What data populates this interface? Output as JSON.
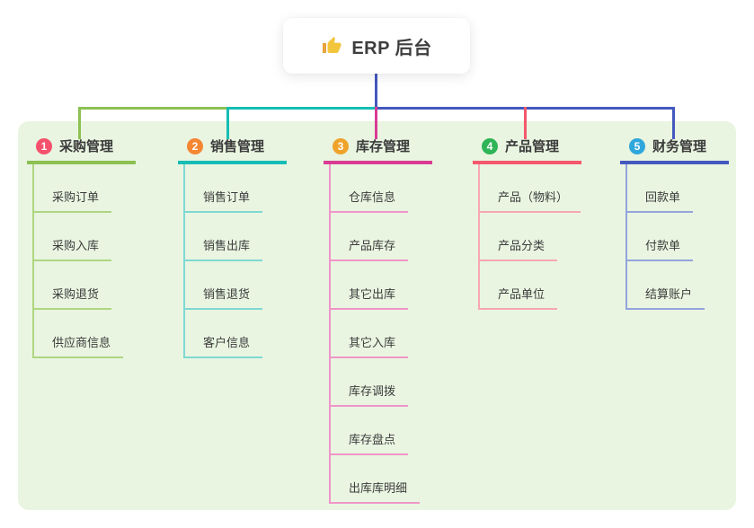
{
  "root": {
    "title": "ERP 后台",
    "icon": "thumbs-up-icon"
  },
  "colors": {
    "panel_bg": "#E9F5E1",
    "stem": "#4459BE",
    "root_text": "#3d3d3d",
    "thumb_fill": "#F2C53D"
  },
  "branches": [
    {
      "num": "1",
      "title": "采购管理",
      "badge_color": "#F4516C",
      "line_color": "#8CC152",
      "line_light": "#AFD682",
      "children": [
        "采购订单",
        "采购入库",
        "采购退货",
        "供应商信息"
      ]
    },
    {
      "num": "2",
      "title": "销售管理",
      "badge_color": "#F58634",
      "line_color": "#15BDB5",
      "line_light": "#7FD8D2",
      "children": [
        "销售订单",
        "销售出库",
        "销售退货",
        "客户信息"
      ]
    },
    {
      "num": "3",
      "title": "库存管理",
      "badge_color": "#F0A32B",
      "line_color": "#D93B93",
      "line_light": "#F095C8",
      "children": [
        "仓库信息",
        "产品库存",
        "其它出库",
        "其它入库",
        "库存调拨",
        "库存盘点",
        "出库库明细"
      ]
    },
    {
      "num": "4",
      "title": "产品管理",
      "badge_color": "#2FB457",
      "line_color": "#F4586C",
      "line_light": "#F7A6B2",
      "children": [
        "产品（物料）",
        "产品分类",
        "产品单位"
      ]
    },
    {
      "num": "5",
      "title": "财务管理",
      "badge_color": "#2FA7DC",
      "line_color": "#4459BE",
      "line_light": "#92A4DB",
      "children": [
        "回款单",
        "付款单",
        "结算账户"
      ]
    }
  ]
}
